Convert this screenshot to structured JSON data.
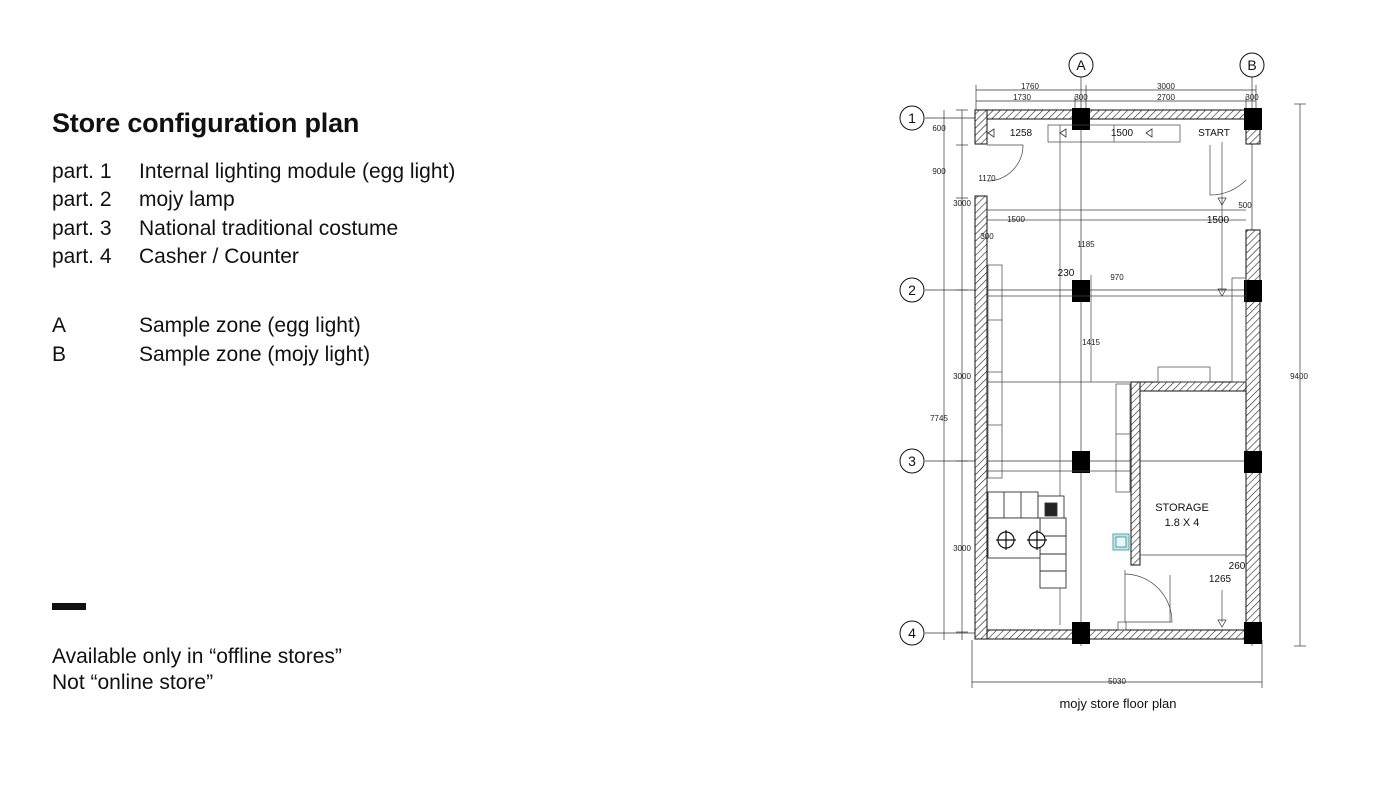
{
  "title": "Store configuration plan",
  "parts": [
    {
      "label": "part. 1",
      "text": "Internal lighting module (egg light)"
    },
    {
      "label": "part. 2",
      "text": "mojy lamp"
    },
    {
      "label": "part. 3",
      "text": "National traditional costume"
    },
    {
      "label": "part. 4",
      "text": "Casher / Counter"
    }
  ],
  "zones": [
    {
      "label": "A",
      "text": "Sample zone (egg light)"
    },
    {
      "label": "B",
      "text": "Sample zone (mojy light)"
    }
  ],
  "availability": {
    "line1": "Available only in “offline stores”",
    "line2": "Not “online store”"
  },
  "floor_plan": {
    "caption": "mojy store floor plan",
    "grid_columns": [
      "A",
      "B"
    ],
    "grid_rows": [
      "1",
      "2",
      "3",
      "4"
    ],
    "room_label": "STORAGE",
    "room_size": "1.8 X 4",
    "start_label": "START",
    "dimensions": {
      "top_total_1760": "1760",
      "top_total_3000": "3000",
      "top_1730": "1730",
      "top_300a": "300",
      "top_2700": "2700",
      "top_300b": "300",
      "left_600": "600",
      "left_900": "900",
      "left_3000a": "3000",
      "left_3000b": "3000",
      "left_3000c": "3000",
      "left_7745": "7745",
      "right_9400": "9400",
      "bottom_5030": "5030",
      "d_1258": "1258",
      "d_1500top": "1500",
      "d_1170": "1170",
      "d_1500mid": "1500",
      "d_1185": "1185",
      "d_500": "500",
      "d_1500right": "1500",
      "d_230": "230",
      "d_970": "970",
      "d_1415": "1415",
      "d_260": "260",
      "d_1265": "1265",
      "d_300small": "300"
    }
  }
}
